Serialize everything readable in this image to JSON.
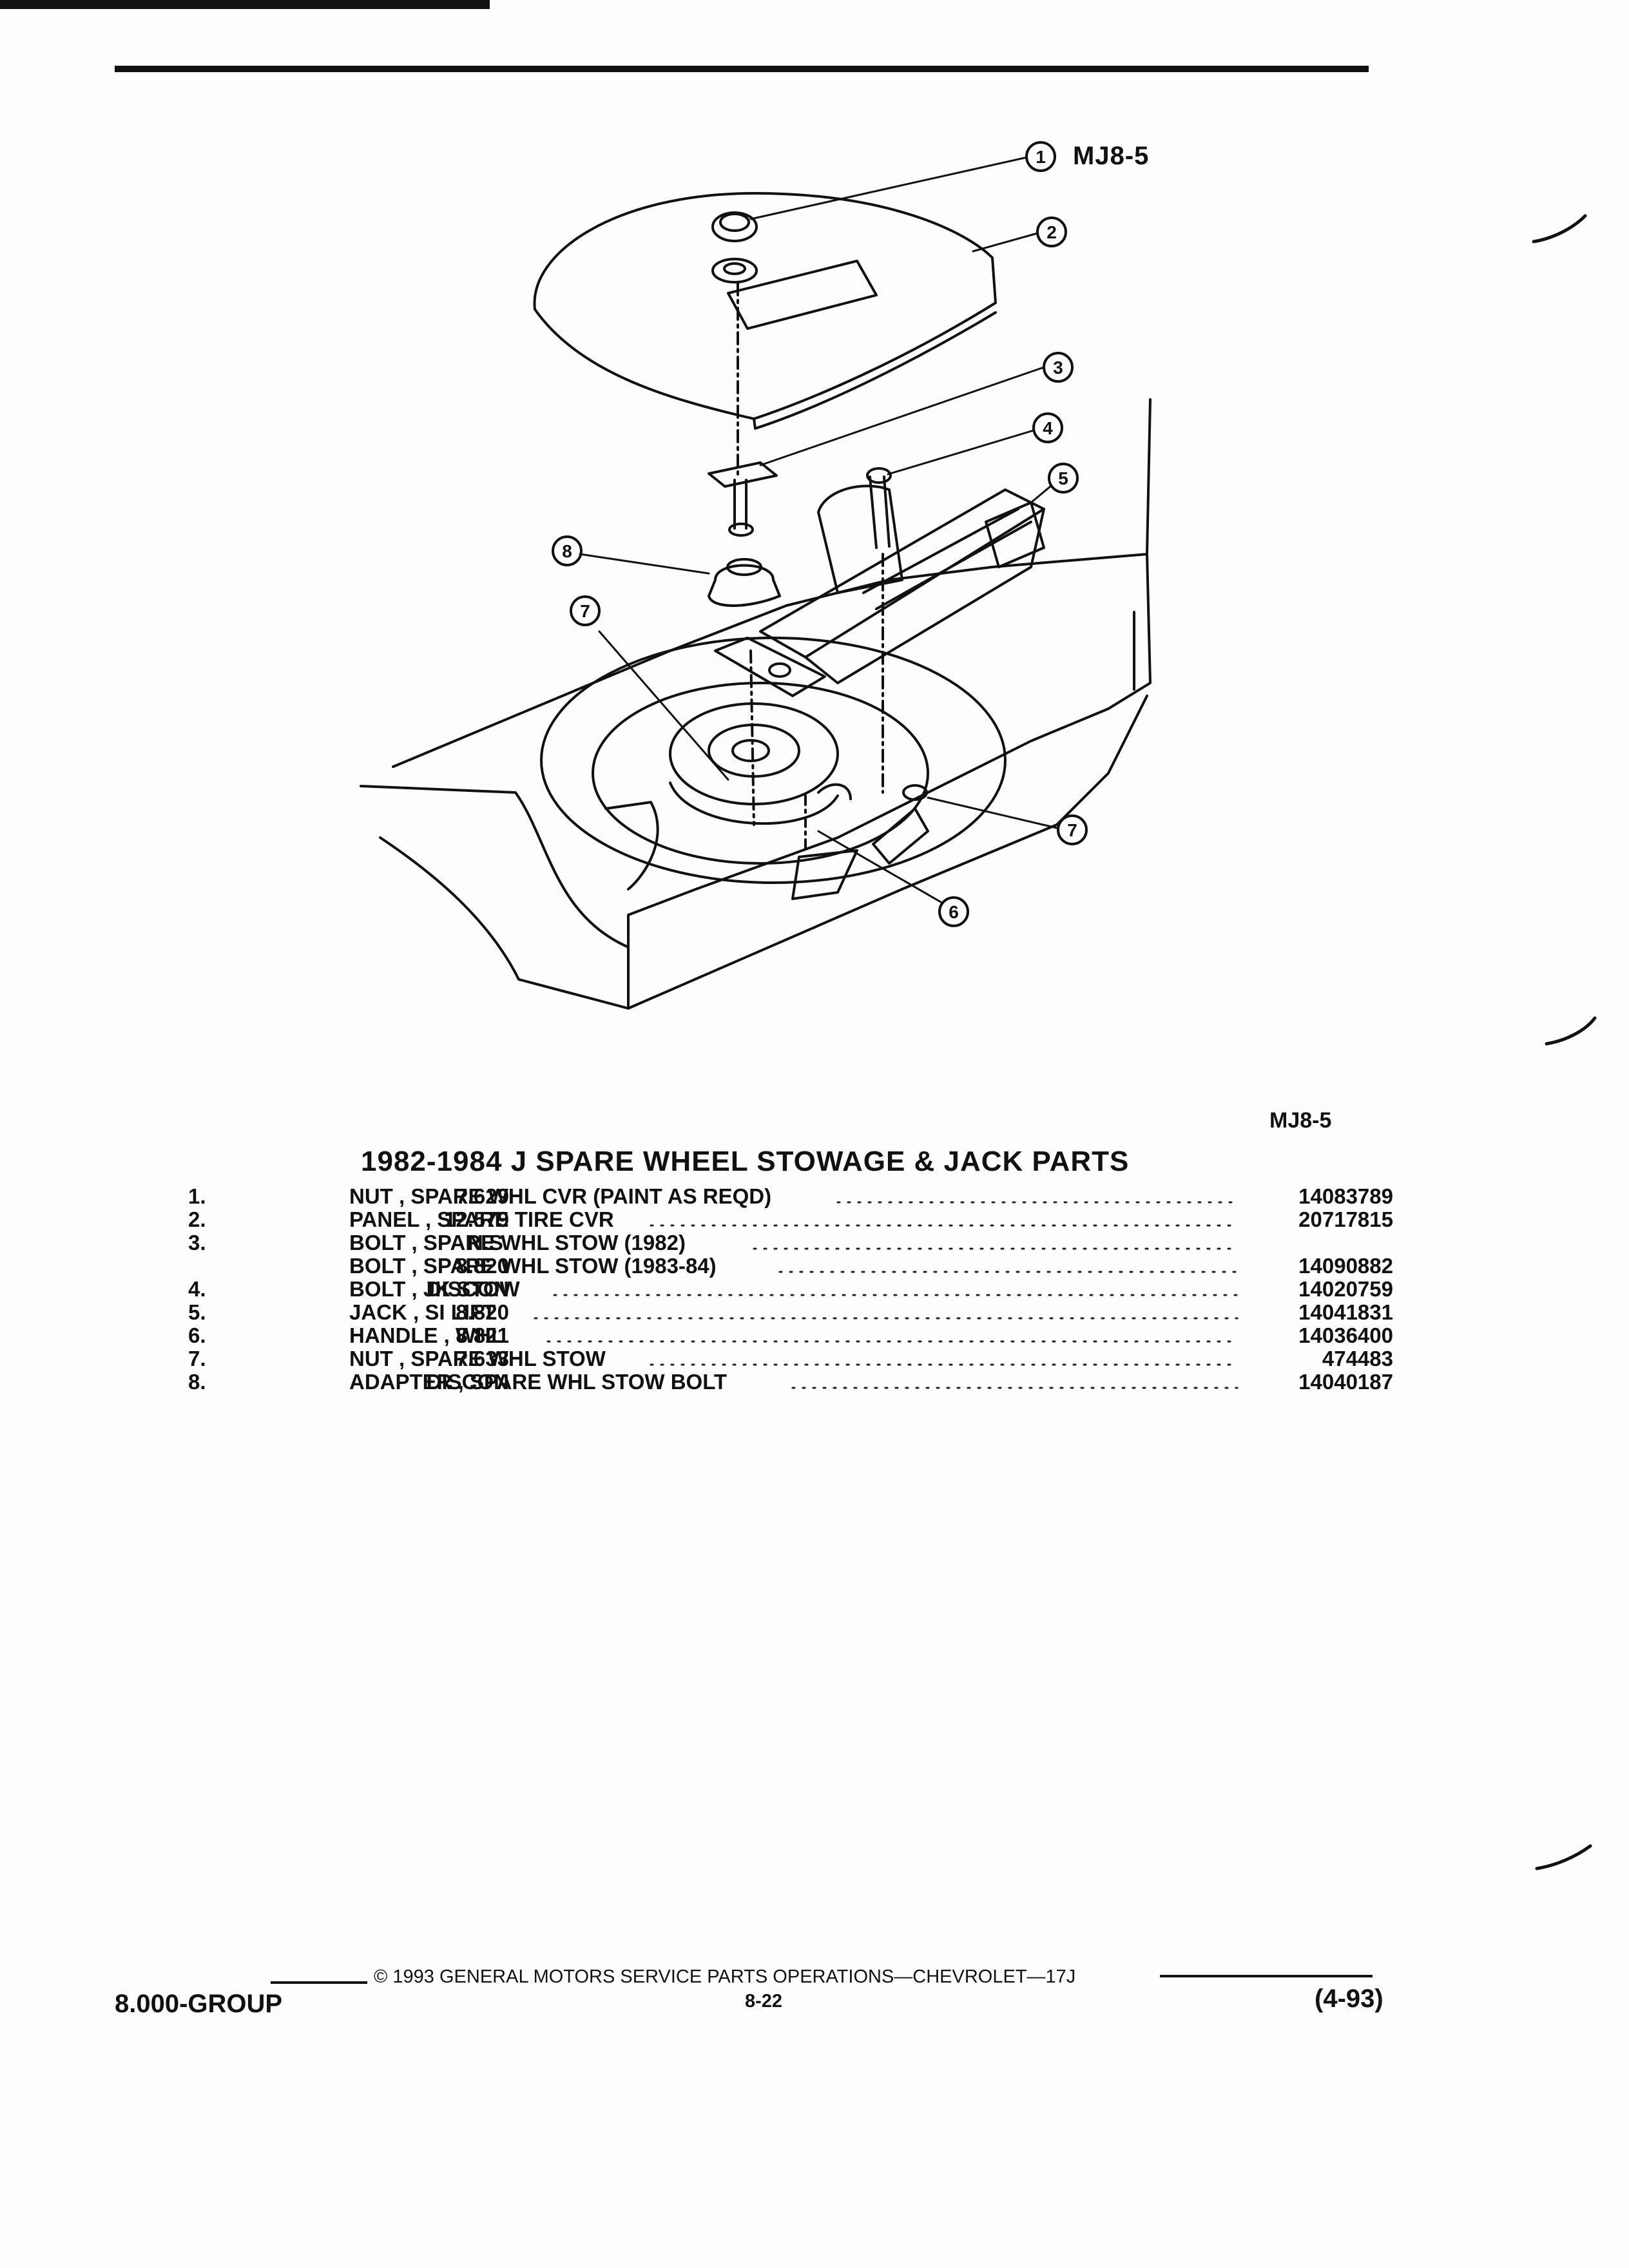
{
  "figure_ref": "MJ8-5",
  "callouts": [
    "1",
    "2",
    "3",
    "4",
    "5",
    "6",
    "7",
    "7",
    "8"
  ],
  "figure_label": "MJ8-5",
  "title": "1982-1984 J SPARE WHEEL STOWAGE & JACK PARTS",
  "parts": [
    {
      "num": "1.",
      "price": "7.629",
      "desc": "NUT , SPARE WHL CVR (PAINT AS REQD)",
      "pn": "14083789"
    },
    {
      "num": "2.",
      "price": "12.579",
      "desc": "PANEL , SPARE TIRE CVR",
      "pn": "20717815"
    },
    {
      "num": "3.",
      "price": "N.S.",
      "desc": "BOLT , SPARE WHL STOW (1982)",
      "pn": ""
    },
    {
      "num": "",
      "price": "8.820",
      "desc": "BOLT , SPARE WHL STOW (1983-84)",
      "pn": "14090882"
    },
    {
      "num": "4.",
      "price": "DISCON",
      "desc": "BOLT , JK STOW",
      "pn": "14020759"
    },
    {
      "num": "5.",
      "price": "8.820",
      "desc": "JACK , SI LIFT",
      "pn": "14041831"
    },
    {
      "num": "6.",
      "price": "8.821",
      "desc": "HANDLE , WHL",
      "pn": "14036400"
    },
    {
      "num": "7.",
      "price": "7.633",
      "desc": "NUT , SPARE WHL STOW",
      "pn": "474483"
    },
    {
      "num": "8.",
      "price": "DISCON",
      "desc": "ADAPTER , SPARE WHL STOW BOLT",
      "pn": "14040187"
    }
  ],
  "footer": {
    "copyright": "© 1993 GENERAL MOTORS SERVICE PARTS OPERATIONS—CHEVROLET—17J",
    "page": "8-22",
    "group": "8.000-GROUP",
    "date": "(4-93)"
  },
  "colors": {
    "ink": "#111111",
    "paper": "#fdfdfb"
  }
}
